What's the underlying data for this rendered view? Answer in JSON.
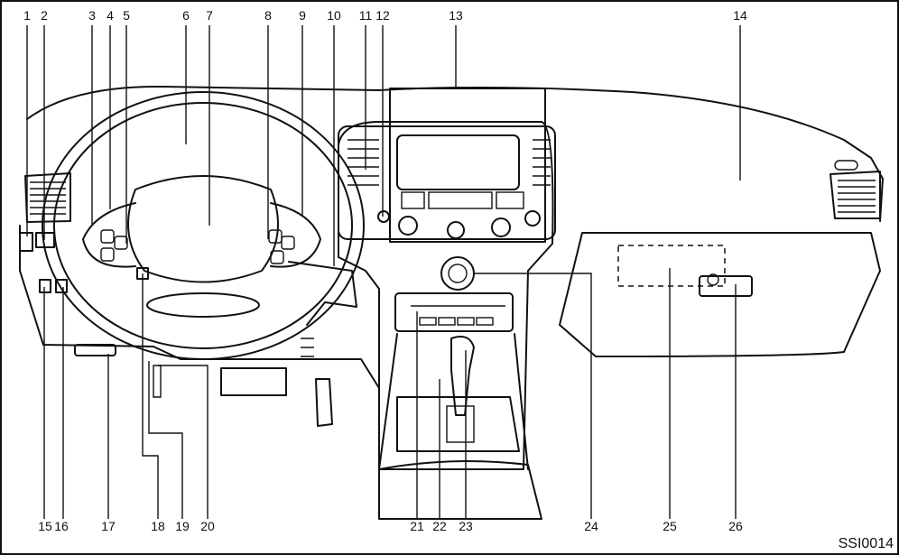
{
  "callouts": [
    {
      "id": "1",
      "text": "1"
    },
    {
      "id": "2",
      "text": "2"
    },
    {
      "id": "3",
      "text": "3"
    },
    {
      "id": "4",
      "text": "4"
    },
    {
      "id": "5",
      "text": "5"
    },
    {
      "id": "6",
      "text": "6"
    },
    {
      "id": "7",
      "text": "7"
    },
    {
      "id": "8",
      "text": "8"
    },
    {
      "id": "9",
      "text": "9"
    },
    {
      "id": "10",
      "text": "10"
    },
    {
      "id": "11",
      "text": "11"
    },
    {
      "id": "12",
      "text": "12"
    },
    {
      "id": "13",
      "text": "13"
    },
    {
      "id": "14",
      "text": "14"
    },
    {
      "id": "15",
      "text": "15"
    },
    {
      "id": "16",
      "text": "16"
    },
    {
      "id": "17",
      "text": "17"
    },
    {
      "id": "18",
      "text": "18"
    },
    {
      "id": "19",
      "text": "19"
    },
    {
      "id": "20",
      "text": "20"
    },
    {
      "id": "21",
      "text": "21"
    },
    {
      "id": "22",
      "text": "22"
    },
    {
      "id": "23",
      "text": "23"
    },
    {
      "id": "24",
      "text": "24"
    },
    {
      "id": "25",
      "text": "25"
    },
    {
      "id": "26",
      "text": "26"
    }
  ],
  "figure_code": "SSI0014"
}
